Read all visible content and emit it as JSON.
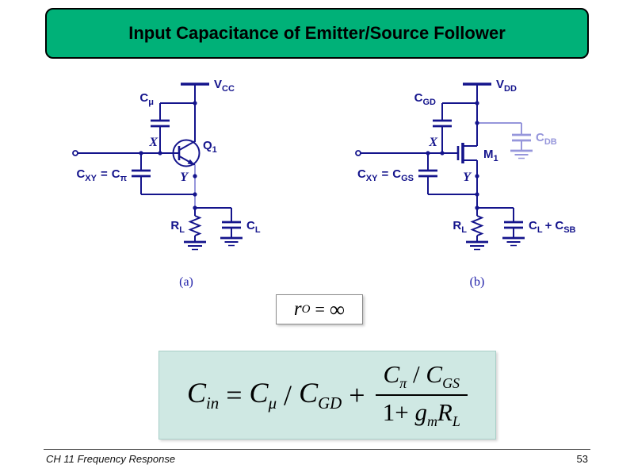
{
  "slide": {
    "title": "Input Capacitance of Emitter/Source Follower",
    "footer": "CH 11 Frequency Response",
    "page_number": "53"
  },
  "circuit_a": {
    "caption": "(a)",
    "supply": {
      "base": "V",
      "sub": "CC"
    },
    "cmu": {
      "base": "C",
      "sub": "μ"
    },
    "node_x": "X",
    "node_y": "Y",
    "transistor": {
      "base": "Q",
      "sub": "1"
    },
    "cxy": {
      "c1": "C",
      "c1sub": "XY",
      "equals": "=",
      "c2": "C",
      "c2sub": "π"
    },
    "rl": {
      "base": "R",
      "sub": "L"
    },
    "cl": {
      "base": "C",
      "sub": "L"
    }
  },
  "circuit_b": {
    "caption": "(b)",
    "supply": {
      "base": "V",
      "sub": "DD"
    },
    "cgd": {
      "base": "C",
      "sub": "GD"
    },
    "node_x": "X",
    "node_y": "Y",
    "transistor": {
      "base": "M",
      "sub": "1"
    },
    "cdb": {
      "base": "C",
      "sub": "DB"
    },
    "cxy": {
      "c1": "C",
      "c1sub": "XY",
      "equals": "=",
      "c2": "C",
      "c2sub": "GS"
    },
    "rl": {
      "base": "R",
      "sub": "L"
    },
    "clsb": {
      "c1": "C",
      "c1sub": "L",
      "plus": "+",
      "c2": "C",
      "c2sub": "SB"
    }
  },
  "formula_ro": {
    "base": "r",
    "sub": "O",
    "equals": "=",
    "infinity": "∞"
  },
  "formula_cin": {
    "lhs": {
      "base": "C",
      "sub": "in"
    },
    "equals": "=",
    "term1": {
      "base": "C",
      "sub": "μ"
    },
    "slash1": "/",
    "term2": {
      "base": "C",
      "sub": "GD"
    },
    "plus": "+",
    "num": {
      "t1": "C",
      "t1sub": "π",
      "slash": "/",
      "t2": "C",
      "t2sub": "GS"
    },
    "den": {
      "prefix": "1+",
      "g": "g",
      "gsub": "m",
      "r": "R",
      "rsub": "L"
    }
  },
  "colors": {
    "title_bg": "#00b178",
    "circuit_ink": "#14148c",
    "light_ink": "#9696db",
    "formula_bg": "#cfe8e3",
    "caption_ink": "#2222aa"
  }
}
